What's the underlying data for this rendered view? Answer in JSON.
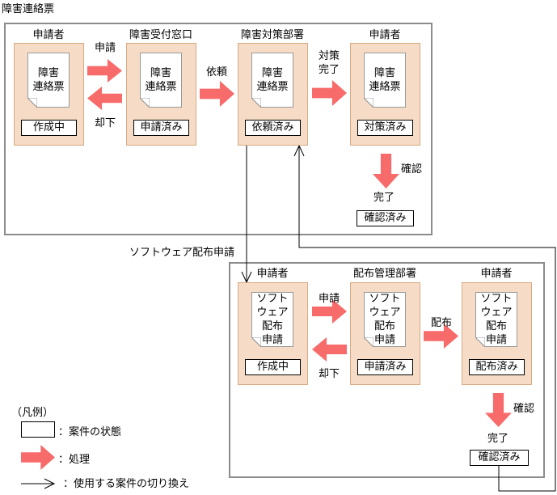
{
  "title": "障害連絡票",
  "colors": {
    "arrow": "#f86b6b",
    "column_bg": "#f6dcc6",
    "column_border": "#d7aa82",
    "frame": "#8c8c8c"
  },
  "incident": {
    "columns": [
      {
        "heading": "申請者",
        "doc": [
          "障害",
          "連絡票"
        ],
        "status": "作成中"
      },
      {
        "heading": "障害受付窓口",
        "doc": [
          "障害",
          "連絡票"
        ],
        "status": "申請済み"
      },
      {
        "heading": "障害対策部署",
        "doc": [
          "障害",
          "連絡票"
        ],
        "status": "依頼済み"
      },
      {
        "heading": "申請者",
        "doc": [
          "障害",
          "連絡票"
        ],
        "status": "対策済み"
      }
    ],
    "actions": {
      "apply": "申請",
      "reject": "却下",
      "request": "依頼",
      "done1": "対策",
      "done2": "完了",
      "confirm": "確認"
    },
    "final_label": "完了",
    "final_status": "確認済み"
  },
  "switch_label": "ソフトウェア配布申請",
  "software": {
    "columns": [
      {
        "heading": "申請者",
        "doc": [
          "ソフト",
          "ウェア",
          "配布",
          "申請"
        ],
        "status": "作成中"
      },
      {
        "heading": "配布管理部署",
        "doc": [
          "ソフト",
          "ウェア",
          "配布",
          "申請"
        ],
        "status": "申請済み"
      },
      {
        "heading": "申請者",
        "doc": [
          "ソフト",
          "ウェア",
          "配布",
          "申請"
        ],
        "status": "配布済み"
      }
    ],
    "actions": {
      "apply": "申請",
      "reject": "却下",
      "distribute": "配布",
      "confirm": "確認"
    },
    "final_label": "完了",
    "final_status": "確認済み"
  },
  "legend": {
    "title": "（凡例）",
    "status": "：案件の状態",
    "process": "：処理",
    "switch": "：使用する案件の切り換え"
  }
}
